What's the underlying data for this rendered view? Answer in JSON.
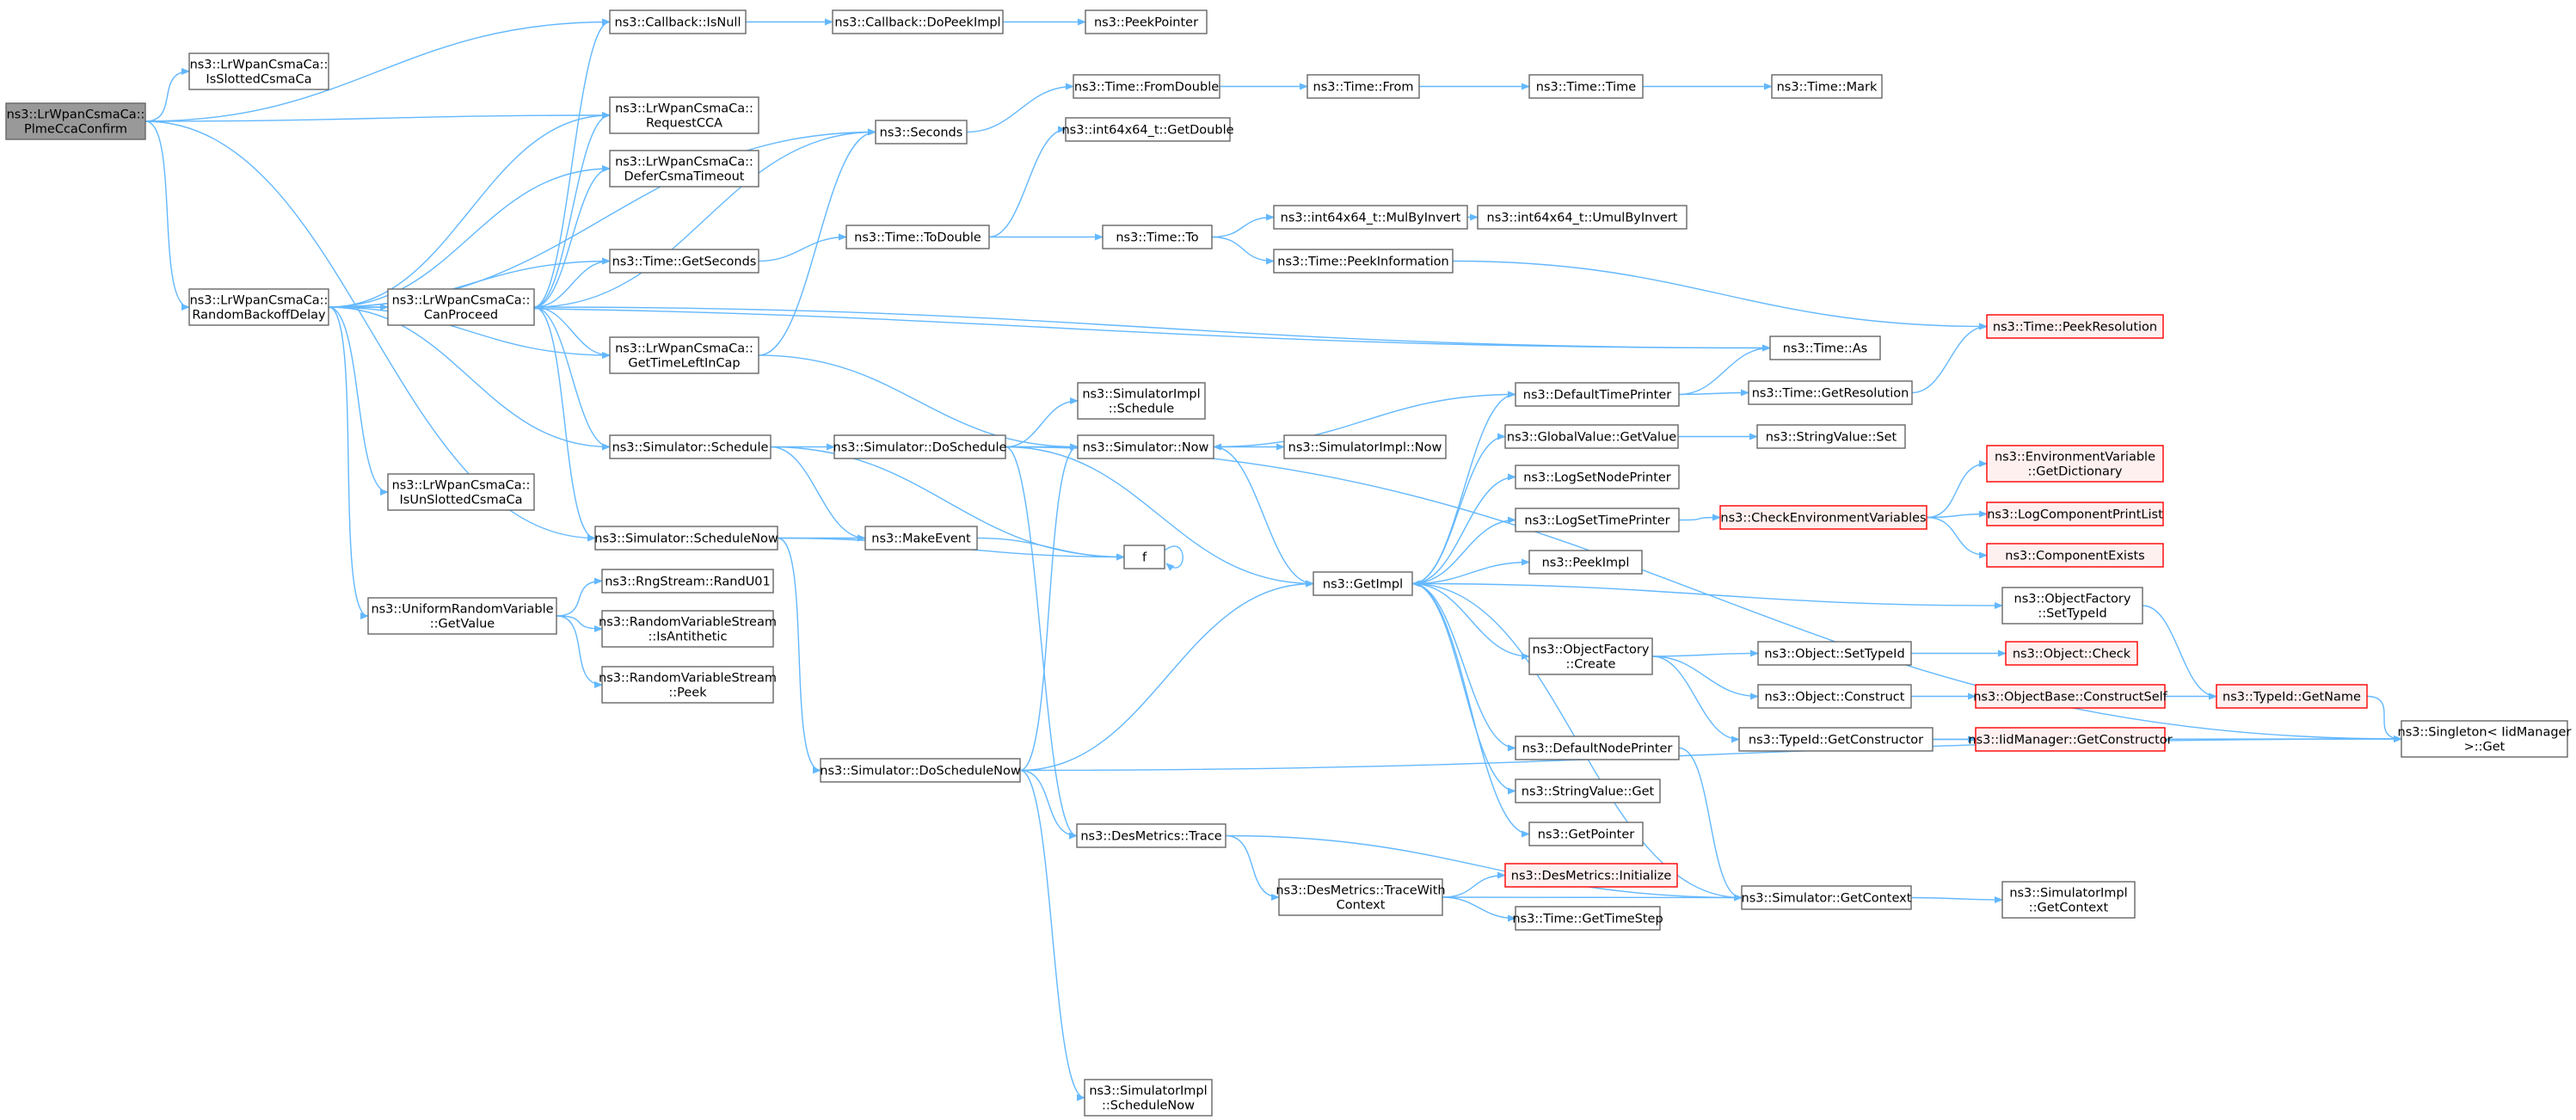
{
  "colors": {
    "edge": "#63b8ff",
    "node_border": "#666666",
    "node_fill": "#ffffff",
    "root_fill": "#999999",
    "truncated_border": "#ff0000",
    "truncated_fill": "#fff0f0"
  },
  "nodes": [
    {
      "id": "root",
      "lines": [
        "ns3::LrWpanCsmaCa::",
        "PlmeCcaConfirm"
      ],
      "style": "root"
    },
    {
      "id": "isslotted",
      "lines": [
        "ns3::LrWpanCsmaCa::",
        "IsSlottedCsmaCa"
      ],
      "style": "normal"
    },
    {
      "id": "randombackoff",
      "lines": [
        "ns3::LrWpanCsmaCa::",
        "RandomBackoffDelay"
      ],
      "style": "normal"
    },
    {
      "id": "cb_isnull",
      "lines": [
        "ns3::Callback::IsNull"
      ],
      "style": "normal"
    },
    {
      "id": "cb_dopeek",
      "lines": [
        "ns3::Callback::DoPeekImpl"
      ],
      "style": "normal"
    },
    {
      "id": "peekpointer",
      "lines": [
        "ns3::PeekPointer"
      ],
      "style": "normal"
    },
    {
      "id": "requestcca",
      "lines": [
        "ns3::LrWpanCsmaCa::",
        "RequestCCA"
      ],
      "style": "normal"
    },
    {
      "id": "defercsma",
      "lines": [
        "ns3::LrWpanCsmaCa::",
        "DeferCsmaTimeout"
      ],
      "style": "normal"
    },
    {
      "id": "canproceed",
      "lines": [
        "ns3::LrWpanCsmaCa::",
        "CanProceed"
      ],
      "style": "normal"
    },
    {
      "id": "seconds",
      "lines": [
        "ns3::Seconds"
      ],
      "style": "normal"
    },
    {
      "id": "fromdouble",
      "lines": [
        "ns3::Time::FromDouble"
      ],
      "style": "normal"
    },
    {
      "id": "from",
      "lines": [
        "ns3::Time::From"
      ],
      "style": "normal"
    },
    {
      "id": "time_time",
      "lines": [
        "ns3::Time::Time"
      ],
      "style": "normal"
    },
    {
      "id": "mark",
      "lines": [
        "ns3::Time::Mark"
      ],
      "style": "normal"
    },
    {
      "id": "getdouble",
      "lines": [
        "ns3::int64x64_t::GetDouble"
      ],
      "style": "normal"
    },
    {
      "id": "getseconds",
      "lines": [
        "ns3::Time::GetSeconds"
      ],
      "style": "normal"
    },
    {
      "id": "todouble",
      "lines": [
        "ns3::Time::ToDouble"
      ],
      "style": "normal"
    },
    {
      "id": "to",
      "lines": [
        "ns3::Time::To"
      ],
      "style": "normal"
    },
    {
      "id": "mulbyinvert",
      "lines": [
        "ns3::int64x64_t::MulByInvert"
      ],
      "style": "normal"
    },
    {
      "id": "umulbyinvert",
      "lines": [
        "ns3::int64x64_t::UmulByInvert"
      ],
      "style": "normal"
    },
    {
      "id": "peekinformation",
      "lines": [
        "ns3::Time::PeekInformation"
      ],
      "style": "normal"
    },
    {
      "id": "peekresolution",
      "lines": [
        "ns3::Time::PeekResolution"
      ],
      "style": "truncated"
    },
    {
      "id": "gettimeleft",
      "lines": [
        "ns3::LrWpanCsmaCa::",
        "GetTimeLeftInCap"
      ],
      "style": "normal"
    },
    {
      "id": "time_as",
      "lines": [
        "ns3::Time::As"
      ],
      "style": "normal"
    },
    {
      "id": "sim_schedule",
      "lines": [
        "ns3::Simulator::Schedule"
      ],
      "style": "normal"
    },
    {
      "id": "sim_doschedule",
      "lines": [
        "ns3::Simulator::DoSchedule"
      ],
      "style": "normal"
    },
    {
      "id": "simimpl_schedule",
      "lines": [
        "ns3::SimulatorImpl",
        "::Schedule"
      ],
      "style": "normal"
    },
    {
      "id": "sim_now",
      "lines": [
        "ns3::Simulator::Now"
      ],
      "style": "normal"
    },
    {
      "id": "simimpl_now",
      "lines": [
        "ns3::SimulatorImpl::Now"
      ],
      "style": "normal"
    },
    {
      "id": "defaulttimeprinter",
      "lines": [
        "ns3::DefaultTimePrinter"
      ],
      "style": "normal"
    },
    {
      "id": "getresolution",
      "lines": [
        "ns3::Time::GetResolution"
      ],
      "style": "normal"
    },
    {
      "id": "globalvalue_get",
      "lines": [
        "ns3::GlobalValue::GetValue"
      ],
      "style": "normal"
    },
    {
      "id": "stringvalue_set",
      "lines": [
        "ns3::StringValue::Set"
      ],
      "style": "normal"
    },
    {
      "id": "isunslotted",
      "lines": [
        "ns3::LrWpanCsmaCa::",
        "IsUnSlottedCsmaCa"
      ],
      "style": "normal"
    },
    {
      "id": "envvar_getdict",
      "lines": [
        "ns3::EnvironmentVariable",
        "::GetDictionary"
      ],
      "style": "truncated"
    },
    {
      "id": "lognodeprinter",
      "lines": [
        "ns3::LogSetNodePrinter"
      ],
      "style": "normal"
    },
    {
      "id": "logtimeprinter",
      "lines": [
        "ns3::LogSetTimePrinter"
      ],
      "style": "normal"
    },
    {
      "id": "checkenvvars",
      "lines": [
        "ns3::CheckEnvironmentVariables"
      ],
      "style": "truncated"
    },
    {
      "id": "logcomponentprint",
      "lines": [
        "ns3::LogComponentPrintList"
      ],
      "style": "truncated"
    },
    {
      "id": "sim_schedulenow",
      "lines": [
        "ns3::Simulator::ScheduleNow"
      ],
      "style": "normal"
    },
    {
      "id": "makeevent",
      "lines": [
        "ns3::MakeEvent"
      ],
      "style": "normal"
    },
    {
      "id": "componentexists",
      "lines": [
        "ns3::ComponentExists"
      ],
      "style": "truncated"
    },
    {
      "id": "f",
      "lines": [
        "f"
      ],
      "style": "normal"
    },
    {
      "id": "peekimpl",
      "lines": [
        "ns3::PeekImpl"
      ],
      "style": "normal"
    },
    {
      "id": "getimpl",
      "lines": [
        "ns3::GetImpl"
      ],
      "style": "normal"
    },
    {
      "id": "of_settypeid",
      "lines": [
        "ns3::ObjectFactory",
        "::SetTypeId"
      ],
      "style": "normal"
    },
    {
      "id": "uniform_getvalue",
      "lines": [
        "ns3::UniformRandomVariable",
        "::GetValue"
      ],
      "style": "normal"
    },
    {
      "id": "randu01",
      "lines": [
        "ns3::RngStream::RandU01"
      ],
      "style": "normal"
    },
    {
      "id": "isantithetic",
      "lines": [
        "ns3::RandomVariableStream",
        "::IsAntithetic"
      ],
      "style": "normal"
    },
    {
      "id": "of_create",
      "lines": [
        "ns3::ObjectFactory",
        "::Create"
      ],
      "style": "normal"
    },
    {
      "id": "obj_settypeid",
      "lines": [
        "ns3::Object::SetTypeId"
      ],
      "style": "normal"
    },
    {
      "id": "obj_check",
      "lines": [
        "ns3::Object::Check"
      ],
      "style": "truncated"
    },
    {
      "id": "rvs_peek",
      "lines": [
        "ns3::RandomVariableStream",
        "::Peek"
      ],
      "style": "normal"
    },
    {
      "id": "obj_construct",
      "lines": [
        "ns3::Object::Construct"
      ],
      "style": "normal"
    },
    {
      "id": "constructself",
      "lines": [
        "ns3::ObjectBase::ConstructSelf"
      ],
      "style": "truncated"
    },
    {
      "id": "typeid_getname",
      "lines": [
        "ns3::TypeId::GetName"
      ],
      "style": "truncated"
    },
    {
      "id": "typeid_getconstructor",
      "lines": [
        "ns3::TypeId::GetConstructor"
      ],
      "style": "normal"
    },
    {
      "id": "iidmanager_getconstructor",
      "lines": [
        "ns3::IidManager::GetConstructor"
      ],
      "style": "truncated"
    },
    {
      "id": "singleton_get",
      "lines": [
        "ns3::Singleton< IidManager",
        ">::Get"
      ],
      "style": "normal"
    },
    {
      "id": "sim_doschedulenow",
      "lines": [
        "ns3::Simulator::DoScheduleNow"
      ],
      "style": "normal"
    },
    {
      "id": "defaultnodeprinter",
      "lines": [
        "ns3::DefaultNodePrinter"
      ],
      "style": "normal"
    },
    {
      "id": "stringvalue_get",
      "lines": [
        "ns3::StringValue::Get"
      ],
      "style": "normal"
    },
    {
      "id": "desmetrics_trace",
      "lines": [
        "ns3::DesMetrics::Trace"
      ],
      "style": "normal"
    },
    {
      "id": "getpointer",
      "lines": [
        "ns3::GetPointer"
      ],
      "style": "normal"
    },
    {
      "id": "desmetrics_init",
      "lines": [
        "ns3::DesMetrics::Initialize"
      ],
      "style": "truncated"
    },
    {
      "id": "tracewithcontext",
      "lines": [
        "ns3::DesMetrics::TraceWith",
        "Context"
      ],
      "style": "normal"
    },
    {
      "id": "sim_getcontext",
      "lines": [
        "ns3::Simulator::GetContext"
      ],
      "style": "normal"
    },
    {
      "id": "simimpl_getcontext",
      "lines": [
        "ns3::SimulatorImpl",
        "::GetContext"
      ],
      "style": "normal"
    },
    {
      "id": "gettimestep",
      "lines": [
        "ns3::Time::GetTimeStep"
      ],
      "style": "normal"
    },
    {
      "id": "simimpl_schedulenow",
      "lines": [
        "ns3::SimulatorImpl",
        "::ScheduleNow"
      ],
      "style": "normal"
    }
  ],
  "edges": [
    [
      "root",
      "cb_isnull"
    ],
    [
      "root",
      "isslotted"
    ],
    [
      "root",
      "requestcca"
    ],
    [
      "root",
      "randombackoff"
    ],
    [
      "root",
      "sim_schedulenow"
    ],
    [
      "cb_isnull",
      "cb_dopeek"
    ],
    [
      "cb_dopeek",
      "peekpointer"
    ],
    [
      "randombackoff",
      "requestcca"
    ],
    [
      "randombackoff",
      "seconds"
    ],
    [
      "randombackoff",
      "defercsma"
    ],
    [
      "randombackoff",
      "getseconds"
    ],
    [
      "randombackoff",
      "canproceed"
    ],
    [
      "randombackoff",
      "gettimeleft"
    ],
    [
      "randombackoff",
      "time_as"
    ],
    [
      "randombackoff",
      "sim_schedule"
    ],
    [
      "randombackoff",
      "isunslotted"
    ],
    [
      "randombackoff",
      "uniform_getvalue"
    ],
    [
      "canproceed",
      "cb_isnull"
    ],
    [
      "canproceed",
      "requestcca"
    ],
    [
      "canproceed",
      "defercsma"
    ],
    [
      "canproceed",
      "seconds"
    ],
    [
      "canproceed",
      "getseconds"
    ],
    [
      "canproceed",
      "gettimeleft"
    ],
    [
      "canproceed",
      "time_as"
    ],
    [
      "canproceed",
      "sim_schedule"
    ],
    [
      "canproceed",
      "sim_schedulenow"
    ],
    [
      "seconds",
      "fromdouble"
    ],
    [
      "fromdouble",
      "from"
    ],
    [
      "from",
      "time_time"
    ],
    [
      "time_time",
      "mark"
    ],
    [
      "getseconds",
      "todouble"
    ],
    [
      "todouble",
      "getdouble"
    ],
    [
      "todouble",
      "to"
    ],
    [
      "to",
      "mulbyinvert"
    ],
    [
      "to",
      "peekinformation"
    ],
    [
      "mulbyinvert",
      "umulbyinvert"
    ],
    [
      "peekinformation",
      "peekresolution"
    ],
    [
      "gettimeleft",
      "seconds"
    ],
    [
      "gettimeleft",
      "sim_now"
    ],
    [
      "sim_schedule",
      "sim_doschedule"
    ],
    [
      "sim_schedule",
      "makeevent"
    ],
    [
      "sim_schedule",
      "f"
    ],
    [
      "sim_doschedule",
      "simimpl_schedule"
    ],
    [
      "sim_doschedule",
      "sim_now"
    ],
    [
      "sim_doschedule",
      "getimpl"
    ],
    [
      "sim_doschedule",
      "singleton_get"
    ],
    [
      "sim_doschedule",
      "desmetrics_trace"
    ],
    [
      "sim_now",
      "simimpl_now"
    ],
    [
      "sim_now",
      "getimpl"
    ],
    [
      "sim_schedulenow",
      "makeevent"
    ],
    [
      "sim_schedulenow",
      "f"
    ],
    [
      "sim_schedulenow",
      "sim_doschedulenow"
    ],
    [
      "makeevent",
      "f"
    ],
    [
      "f",
      "f"
    ],
    [
      "uniform_getvalue",
      "randu01"
    ],
    [
      "uniform_getvalue",
      "isantithetic"
    ],
    [
      "uniform_getvalue",
      "rvs_peek"
    ],
    [
      "getimpl",
      "defaulttimeprinter"
    ],
    [
      "getimpl",
      "globalvalue_get"
    ],
    [
      "getimpl",
      "lognodeprinter"
    ],
    [
      "getimpl",
      "logtimeprinter"
    ],
    [
      "getimpl",
      "peekimpl"
    ],
    [
      "getimpl",
      "of_settypeid"
    ],
    [
      "getimpl",
      "of_create"
    ],
    [
      "getimpl",
      "defaultnodeprinter"
    ],
    [
      "getimpl",
      "stringvalue_get"
    ],
    [
      "getimpl",
      "getpointer"
    ],
    [
      "defaulttimeprinter",
      "sim_now"
    ],
    [
      "defaulttimeprinter",
      "time_as"
    ],
    [
      "defaulttimeprinter",
      "getresolution"
    ],
    [
      "getresolution",
      "peekresolution"
    ],
    [
      "globalvalue_get",
      "stringvalue_set"
    ],
    [
      "logtimeprinter",
      "checkenvvars"
    ],
    [
      "checkenvvars",
      "envvar_getdict"
    ],
    [
      "checkenvvars",
      "logcomponentprint"
    ],
    [
      "checkenvvars",
      "componentexists"
    ],
    [
      "of_settypeid",
      "typeid_getname"
    ],
    [
      "of_create",
      "obj_settypeid"
    ],
    [
      "of_create",
      "obj_construct"
    ],
    [
      "of_create",
      "typeid_getconstructor"
    ],
    [
      "obj_settypeid",
      "obj_check"
    ],
    [
      "obj_construct",
      "constructself"
    ],
    [
      "constructself",
      "typeid_getname"
    ],
    [
      "typeid_getname",
      "singleton_get"
    ],
    [
      "typeid_getconstructor",
      "iidmanager_getconstructor"
    ],
    [
      "typeid_getconstructor",
      "singleton_get"
    ],
    [
      "sim_doschedulenow",
      "sim_now"
    ],
    [
      "sim_doschedulenow",
      "getimpl"
    ],
    [
      "sim_doschedulenow",
      "desmetrics_trace"
    ],
    [
      "sim_doschedulenow",
      "singleton_get"
    ],
    [
      "sim_doschedulenow",
      "simimpl_schedulenow"
    ],
    [
      "defaultnodeprinter",
      "sim_getcontext"
    ],
    [
      "desmetrics_trace",
      "tracewithcontext"
    ],
    [
      "desmetrics_trace",
      "sim_getcontext"
    ],
    [
      "tracewithcontext",
      "desmetrics_init"
    ],
    [
      "tracewithcontext",
      "gettimestep"
    ],
    [
      "tracewithcontext",
      "sim_getcontext"
    ],
    [
      "sim_getcontext",
      "getimpl"
    ],
    [
      "sim_getcontext",
      "simimpl_getcontext"
    ]
  ]
}
